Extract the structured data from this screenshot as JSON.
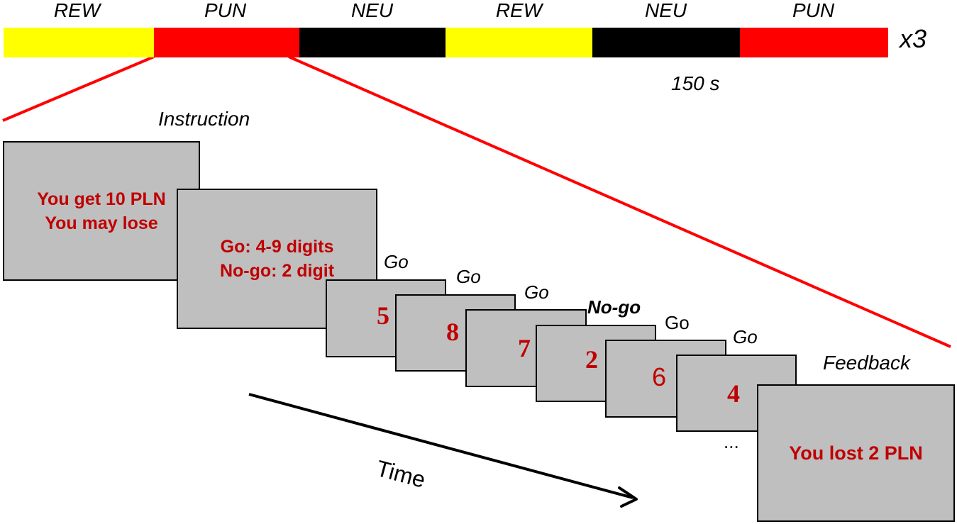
{
  "blocks": [
    {
      "label": "REW",
      "color": "#ffff00"
    },
    {
      "label": "PUN",
      "color": "#ff0000"
    },
    {
      "label": "NEU",
      "color": "#000000"
    },
    {
      "label": "REW",
      "color": "#ffff00"
    },
    {
      "label": "NEU",
      "color": "#000000"
    },
    {
      "label": "PUN",
      "color": "#ff0000"
    }
  ],
  "repeat_label": "x3",
  "block_duration": "150 s",
  "instruction_label": "Instruction",
  "instruction_screens": [
    {
      "lines": [
        "You get 10 PLN",
        "You may lose"
      ]
    },
    {
      "lines": [
        "Go: 4-9 digits",
        "No-go: 2 digit"
      ]
    }
  ],
  "trials": [
    {
      "label": "Go",
      "digit": "5"
    },
    {
      "label": "Go",
      "digit": "8"
    },
    {
      "label": "Go",
      "digit": "7"
    },
    {
      "label": "No-go",
      "digit": "2"
    },
    {
      "label": "Go",
      "digit": "6"
    },
    {
      "label": "Go",
      "digit": "4"
    }
  ],
  "ellipsis": "...",
  "feedback_label": "Feedback",
  "feedback_text": "You lost 2 PLN",
  "time_label": "Time",
  "colors": {
    "screen": "#bfbfbf",
    "screen_text": "#c00000",
    "zoom_lines": "#ff0000"
  }
}
